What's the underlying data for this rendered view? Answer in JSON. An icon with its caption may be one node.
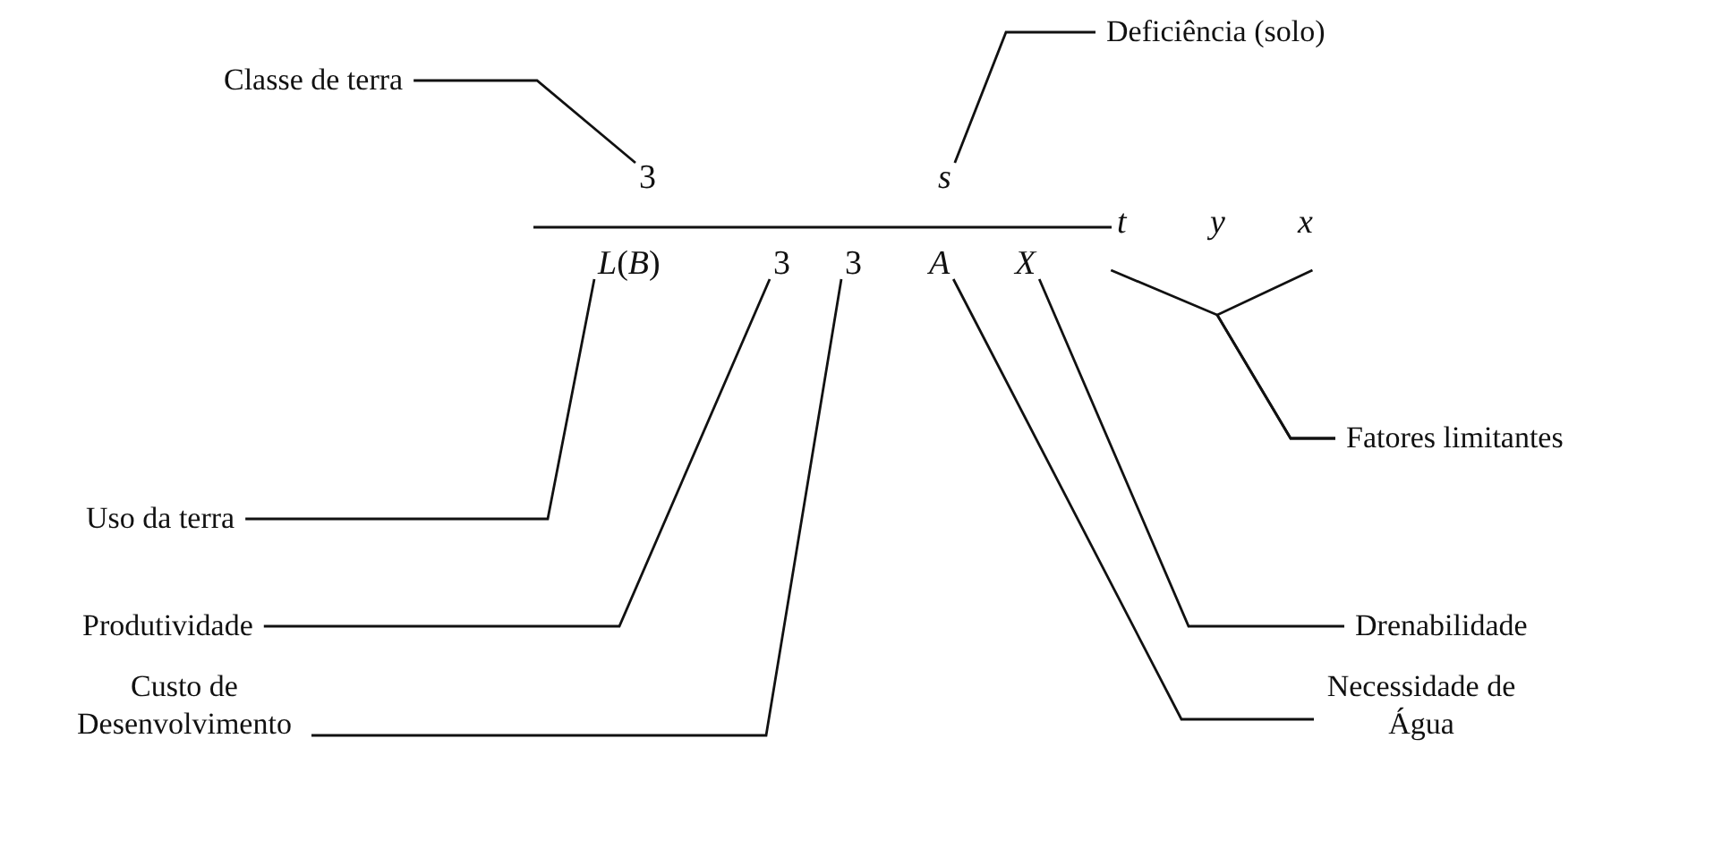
{
  "diagram": {
    "nodes": [
      {
        "text": [
          "Classe de terra"
        ]
      },
      {
        "text": [
          "Deficiência (solo)"
        ]
      },
      {
        "text": [
          "3"
        ]
      },
      {
        "text": [
          "s"
        ]
      },
      {
        "text": [
          "*L*(*B*)"
        ]
      },
      {
        "text": [
          "3"
        ]
      },
      {
        "text": [
          "3"
        ]
      },
      {
        "text": [
          "A"
        ]
      },
      {
        "text": [
          "X"
        ]
      },
      {
        "text": [
          "t"
        ]
      },
      {
        "text": [
          "y"
        ]
      },
      {
        "text": [
          "x"
        ]
      },
      {
        "text": [
          "Fatores limitantes"
        ]
      },
      {
        "text": [
          "Uso da terra"
        ]
      },
      {
        "text": [
          "Produtividade"
        ]
      },
      {
        "text": [
          "Drenabilidade"
        ]
      },
      {
        "text": [
          "Custo de Desenvolvimento"
        ]
      },
      {
        "text": [
          "Necessidade de Água"
        ]
      }
    ],
    "edges": [
      {
        "from": 0,
        "to": 2,
        "arrow": "none"
      },
      {
        "from": 1,
        "to": 3,
        "arrow": "none"
      },
      {
        "from": 13,
        "to": 4,
        "arrow": "none"
      },
      {
        "from": 14,
        "to": 5,
        "arrow": "none"
      },
      {
        "from": 16,
        "to": 6,
        "arrow": "none"
      },
      {
        "from": 17,
        "to": 7,
        "arrow": "none"
      },
      {
        "from": 15,
        "to": 8,
        "arrow": "none"
      },
      {
        "from": 12,
        "to": 9,
        "arrow": "none"
      },
      {
        "from": 12,
        "to": 11,
        "arrow": "none"
      }
    ]
  }
}
